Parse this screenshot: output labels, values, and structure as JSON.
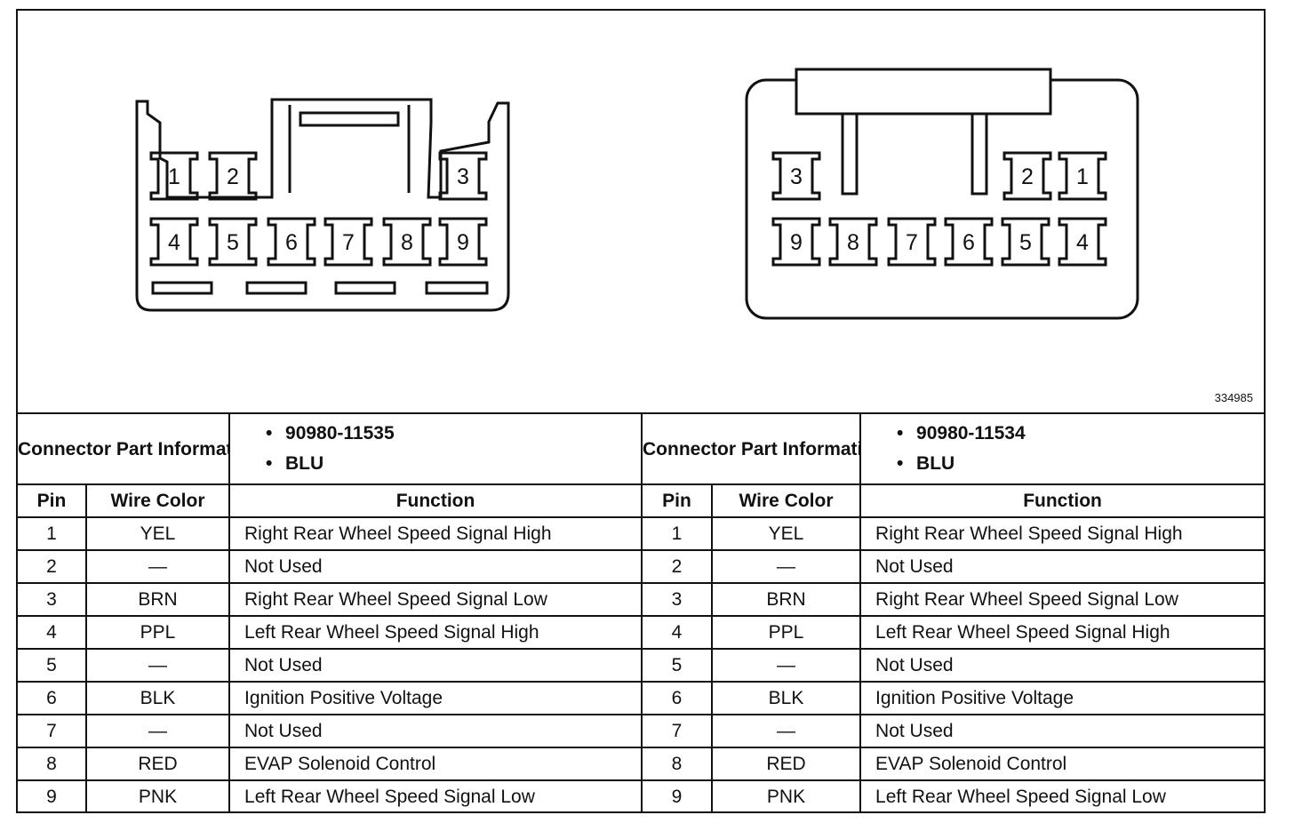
{
  "figure_id": "334985",
  "left_connector": {
    "pins_row1": [
      "1",
      "2",
      "3"
    ],
    "pins_row2": [
      "4",
      "5",
      "6",
      "7",
      "8",
      "9"
    ]
  },
  "right_connector": {
    "pins_row1": [
      "3",
      "2",
      "1"
    ],
    "pins_row2": [
      "9",
      "8",
      "7",
      "6",
      "5",
      "4"
    ]
  },
  "table": {
    "header_info_label": "Connector Part Information",
    "col_pin": "Pin",
    "col_wire": "Wire Color",
    "col_function": "Function",
    "left": {
      "part_number": "90980-11535",
      "color": "BLU",
      "rows": [
        {
          "pin": "1",
          "wire": "YEL",
          "function": "Right Rear Wheel Speed Signal High"
        },
        {
          "pin": "2",
          "wire": "—",
          "function": "Not Used"
        },
        {
          "pin": "3",
          "wire": "BRN",
          "function": "Right Rear Wheel Speed Signal Low"
        },
        {
          "pin": "4",
          "wire": "PPL",
          "function": "Left Rear Wheel Speed Signal High"
        },
        {
          "pin": "5",
          "wire": "—",
          "function": "Not Used"
        },
        {
          "pin": "6",
          "wire": "BLK",
          "function": "Ignition Positive Voltage"
        },
        {
          "pin": "7",
          "wire": "—",
          "function": "Not Used"
        },
        {
          "pin": "8",
          "wire": "RED",
          "function": "EVAP Solenoid Control"
        },
        {
          "pin": "9",
          "wire": "PNK",
          "function": "Left Rear Wheel Speed Signal Low"
        }
      ]
    },
    "right": {
      "part_number": "90980-11534",
      "color": "BLU",
      "rows": [
        {
          "pin": "1",
          "wire": "YEL",
          "function": "Right Rear Wheel Speed Signal High"
        },
        {
          "pin": "2",
          "wire": "—",
          "function": "Not Used"
        },
        {
          "pin": "3",
          "wire": "BRN",
          "function": "Right Rear Wheel Speed Signal Low"
        },
        {
          "pin": "4",
          "wire": "PPL",
          "function": "Left Rear Wheel Speed Signal High"
        },
        {
          "pin": "5",
          "wire": "—",
          "function": "Not Used"
        },
        {
          "pin": "6",
          "wire": "BLK",
          "function": "Ignition Positive Voltage"
        },
        {
          "pin": "7",
          "wire": "—",
          "function": "Not Used"
        },
        {
          "pin": "8",
          "wire": "RED",
          "function": "EVAP Solenoid Control"
        },
        {
          "pin": "9",
          "wire": "PNK",
          "function": "Left Rear Wheel Speed Signal Low"
        }
      ]
    }
  }
}
